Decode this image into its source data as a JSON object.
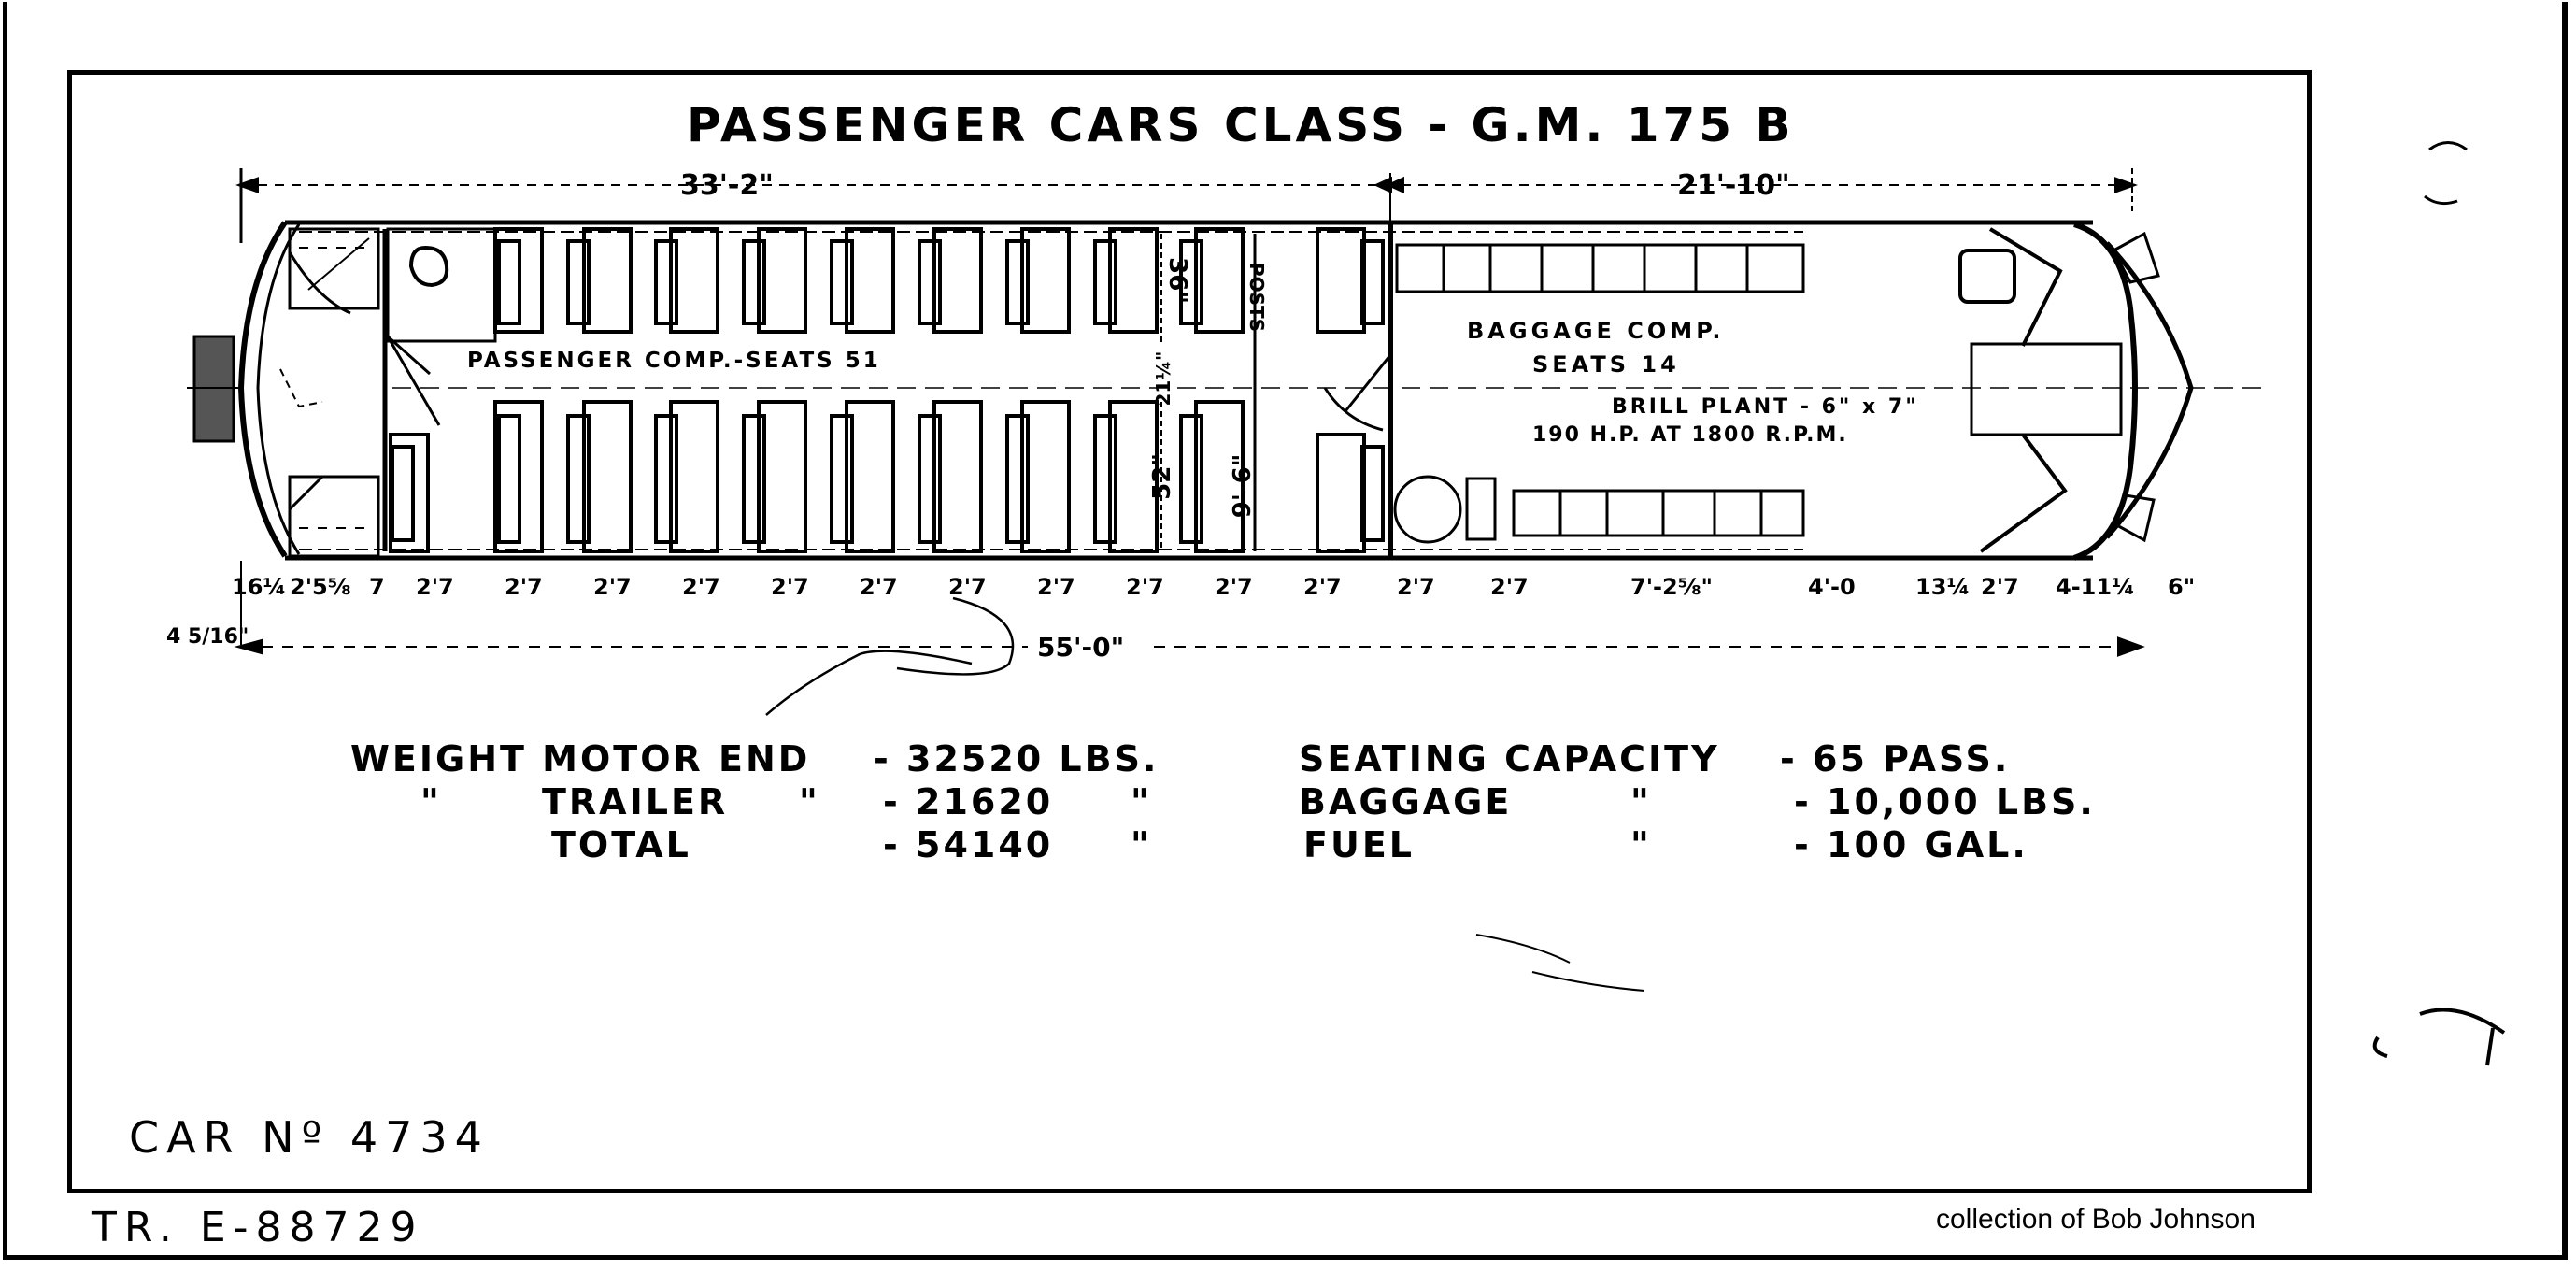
{
  "drawing": {
    "title": "PASSENGER CARS CLASS - G.M. 175 B",
    "dimensions_top": {
      "passenger_section": "33'-2\"",
      "baggage_section": "21'-10\""
    },
    "overall_length": "55'-0\"",
    "compartments": {
      "passenger": "PASSENGER COMP.-SEATS 51",
      "baggage_line1": "BAGGAGE COMP.",
      "baggage_line2": "SEATS 14",
      "engine_line1": "BRILL PLANT - 6\" x 7\"",
      "engine_line2": "190 H.P. AT 1800 R.P.M."
    },
    "vertical_dimensions": {
      "seat_upper": "36\"",
      "aisle": "21¼\"",
      "seat_lower": "52\"",
      "posts_label": "POSTS",
      "width": "9'-6\""
    },
    "bottom_dimensions": [
      "16¼",
      "2'5⅝",
      "7",
      "2'7",
      "2'7",
      "2'7",
      "2'7",
      "2'7",
      "2'7",
      "2'7",
      "2'7",
      "2'7",
      "2'7",
      "2'7",
      "2'7",
      "2'7",
      "7'-2⅝\"",
      "4'-0",
      "13¼",
      "2'7",
      "4-11¼",
      "6\""
    ],
    "end_offset": "4 5/16\""
  },
  "specs": {
    "left": [
      {
        "label": "WEIGHT  MOTOR  END",
        "value": "- 32520 LBS."
      },
      {
        "ditto": "\"",
        "label": "TRAILER",
        "ditto2": "\"",
        "value": "- 21620",
        "unit": "\""
      },
      {
        "label": "TOTAL",
        "value": "- 54140",
        "unit": "\""
      }
    ],
    "right": [
      {
        "label": "SEATING  CAPACITY",
        "value": "- 65 PASS."
      },
      {
        "label": "BAGGAGE",
        "ditto": "\"",
        "value": "- 10,000 LBS."
      },
      {
        "label": "FUEL",
        "ditto": "\"",
        "value": "- 100 GAL."
      }
    ]
  },
  "footer": {
    "car_number": "CAR  Nº  4734",
    "tr_number": "TR. E-88729",
    "collection": "collection of Bob Johnson"
  }
}
